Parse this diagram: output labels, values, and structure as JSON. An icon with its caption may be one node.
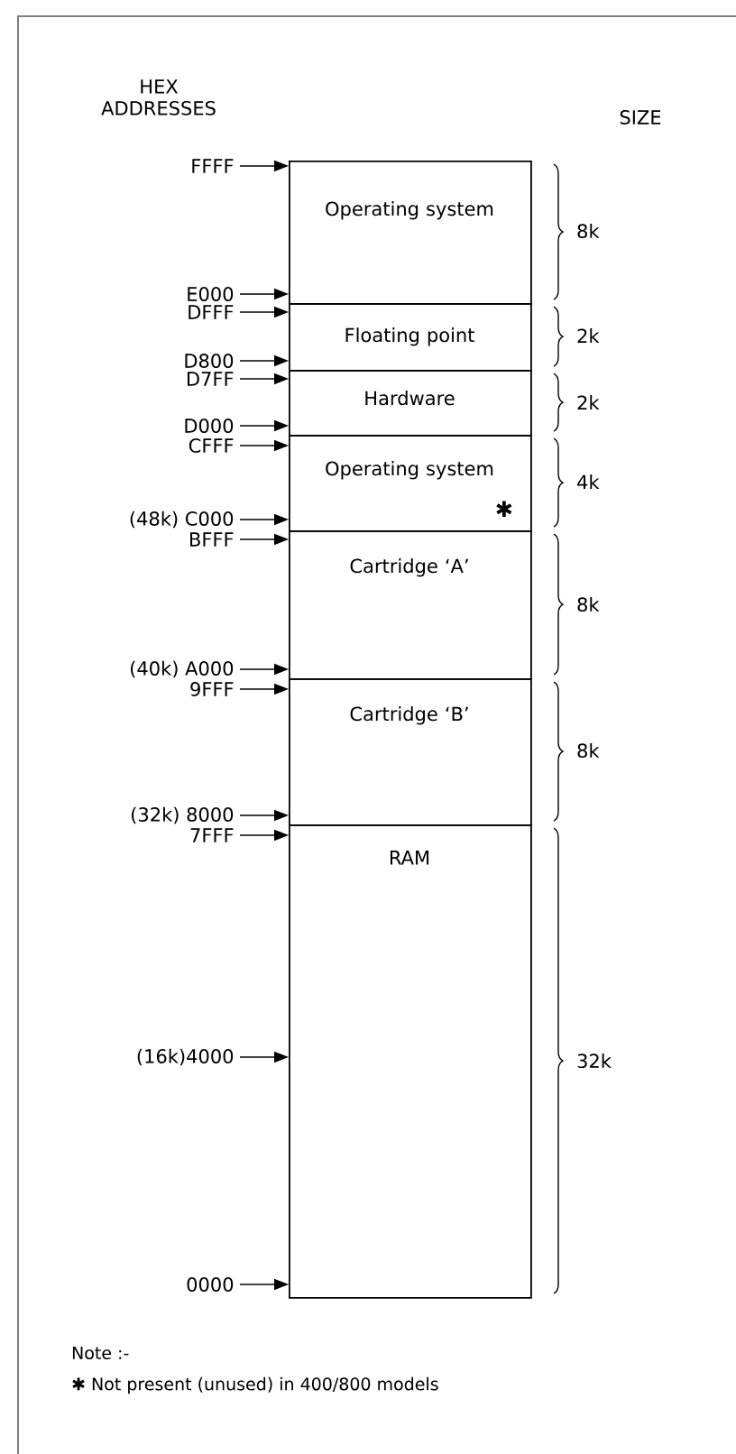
{
  "diagram": {
    "nodes": [
      {
        "text": [
          "Operating system"
        ],
        "beside": [
          "8k"
        ]
      },
      {
        "text": [
          "Floating point"
        ],
        "beside": [
          "2k"
        ]
      },
      {
        "text": [
          "Hardware"
        ],
        "beside": [
          "2k"
        ]
      },
      {
        "text": [
          "Operating system",
          "✱"
        ],
        "beside": [
          "4k"
        ]
      },
      {
        "text": [
          "Cartridge ‘A’"
        ],
        "beside": [
          "8k"
        ]
      },
      {
        "text": [
          "Cartridge ‘B’"
        ],
        "beside": [
          "8k"
        ]
      },
      {
        "text": [
          "RAM"
        ],
        "beside": [
          "32k"
        ]
      },
      {
        "text": [
          "FFFF"
        ]
      },
      {
        "text": [
          "E000"
        ]
      },
      {
        "text": [
          "DFFF"
        ]
      },
      {
        "text": [
          "D800"
        ]
      },
      {
        "text": [
          "D7FF"
        ]
      },
      {
        "text": [
          "D000"
        ]
      },
      {
        "text": [
          "CFFF"
        ]
      },
      {
        "text": [
          "(48k) C000"
        ]
      },
      {
        "text": [
          "BFFF"
        ]
      },
      {
        "text": [
          "(40k) A000"
        ]
      },
      {
        "text": [
          "9FFF"
        ]
      },
      {
        "text": [
          "(32k) 8000"
        ]
      },
      {
        "text": [
          "7FFF"
        ]
      },
      {
        "text": [
          "(16k)4000"
        ]
      },
      {
        "text": [
          "0000"
        ]
      }
    ],
    "edges": [
      {
        "from": 7,
        "to": 0,
        "arrow": "to"
      },
      {
        "from": 8,
        "to": 0,
        "arrow": "to"
      },
      {
        "from": 9,
        "to": 1,
        "arrow": "to"
      },
      {
        "from": 10,
        "to": 1,
        "arrow": "to"
      },
      {
        "from": 11,
        "to": 2,
        "arrow": "to"
      },
      {
        "from": 12,
        "to": 2,
        "arrow": "to"
      },
      {
        "from": 13,
        "to": 3,
        "arrow": "to"
      },
      {
        "from": 14,
        "to": 3,
        "arrow": "to"
      },
      {
        "from": 15,
        "to": 4,
        "arrow": "to"
      },
      {
        "from": 16,
        "to": 4,
        "arrow": "to"
      },
      {
        "from": 17,
        "to": 5,
        "arrow": "to"
      },
      {
        "from": 18,
        "to": 5,
        "arrow": "to"
      },
      {
        "from": 19,
        "to": 6,
        "arrow": "to"
      },
      {
        "from": 20,
        "to": 6,
        "arrow": "to"
      },
      {
        "from": 21,
        "to": 6,
        "arrow": "to"
      }
    ],
    "labels": [
      "HEX ADDRESSES",
      "SIZE",
      "Note :-",
      "✱ Not present (unused) in 400/800 models"
    ]
  }
}
